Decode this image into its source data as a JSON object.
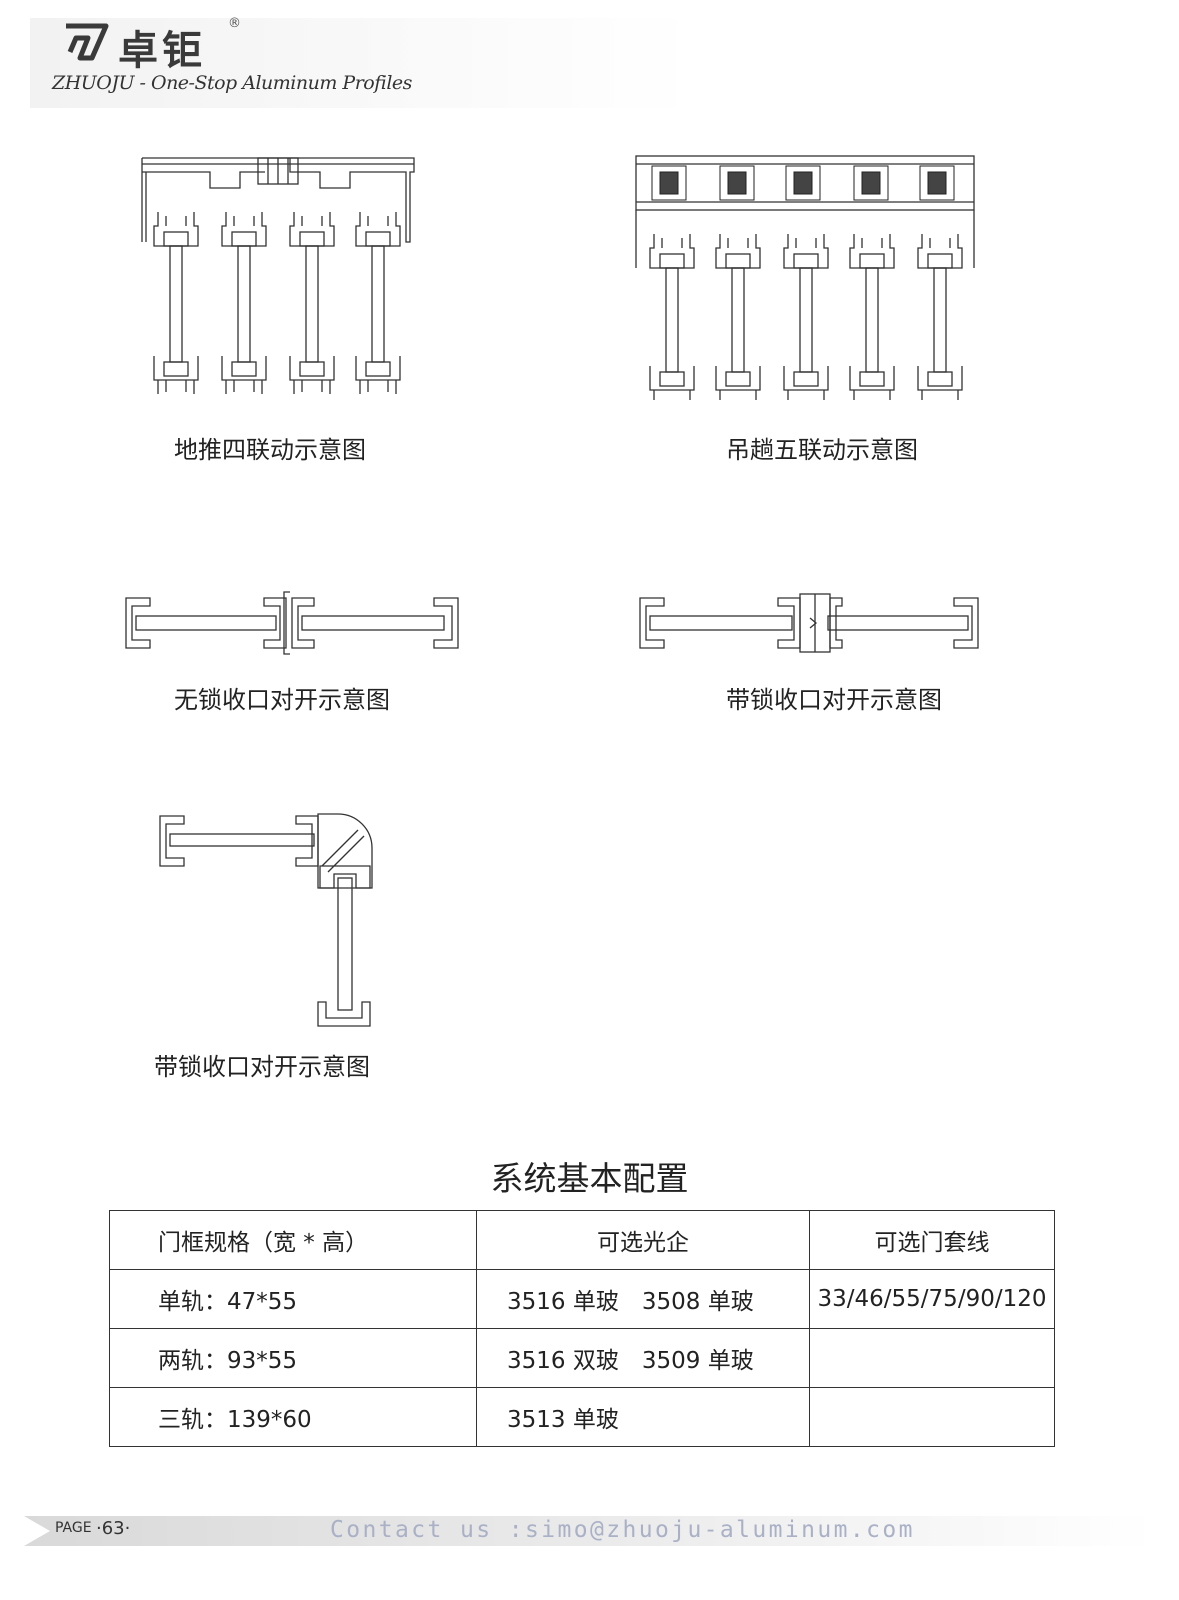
{
  "header": {
    "logo_cn": "卓钜",
    "logo_reg": "®",
    "logo_en": "ZHUOJU - One-Stop Aluminum Profiles"
  },
  "diagrams": [
    {
      "caption": "地推四联动示意图",
      "icon": "four-panel-sliding-section"
    },
    {
      "caption": "吊趟五联动示意图",
      "icon": "five-panel-hanging-section"
    },
    {
      "caption": "无锁收口对开示意图",
      "icon": "double-open-no-lock-section"
    },
    {
      "caption": "带锁收口对开示意图",
      "icon": "double-open-lock-section"
    },
    {
      "caption": "带锁收口对开示意图",
      "icon": "corner-lock-section"
    }
  ],
  "config": {
    "title": "系统基本配置",
    "headers": [
      "门框规格（宽 * 高）",
      "可选光企",
      "可选门套线"
    ],
    "rows": [
      [
        "单轨：47*55",
        "3516 单玻　3508 单玻",
        "33/46/55/75/90/120"
      ],
      [
        "两轨：93*55",
        "3516 双玻　3509 单玻",
        ""
      ],
      [
        "三轨：139*60",
        "3513 单玻",
        ""
      ]
    ]
  },
  "footer": {
    "page_label": "PAGE",
    "page_number": "·63·",
    "contact": "Contact us :simo@zhuoju-aluminum.com"
  },
  "colors": {
    "line": "#333333",
    "contact_text": "#aab1c6",
    "footer_band": "#dcdcdc"
  }
}
